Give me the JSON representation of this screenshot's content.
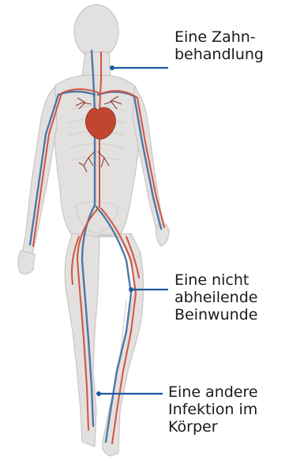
{
  "colors": {
    "skin": "#e3e1df",
    "skin_outline": "#c9c6c3",
    "bone": "#d3d0cd",
    "artery": "#d0553f",
    "vein": "#4f77a8",
    "heart": "#c2452f",
    "lung_vessel": "#8c3b2c",
    "leader_line": "#1f5aa0",
    "text": "#1a1a1a"
  },
  "labels": {
    "dental": [
      "Eine Zahn-",
      "behandlung"
    ],
    "wound": [
      "Eine nicht",
      "abheilende",
      "Beinwunde"
    ],
    "infection": [
      "Eine andere",
      "Infektion im",
      "Körper"
    ]
  }
}
